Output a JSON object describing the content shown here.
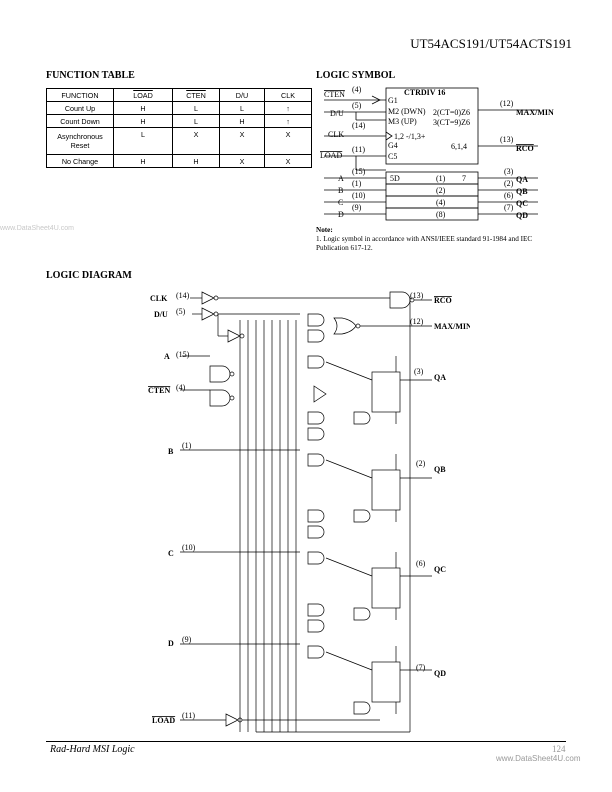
{
  "header": {
    "title": "UT54ACS191/UT54ACTS191"
  },
  "watermark": {
    "left": "www.DataSheet4U.com",
    "bottom": "www.DataSheet4U.com"
  },
  "function_table": {
    "heading": "FUNCTION TABLE",
    "columns": [
      "FUNCTION",
      "LOAD",
      "CTEN",
      "D/U",
      "CLK"
    ],
    "rows": [
      [
        "Count Up",
        "H",
        "L",
        "L",
        "↑"
      ],
      [
        "Count Down",
        "H",
        "L",
        "H",
        "↑"
      ],
      [
        "Asynchronous Reset",
        "L",
        "X",
        "X",
        "X"
      ],
      [
        "No Change",
        "H",
        "H",
        "X",
        "X"
      ]
    ]
  },
  "logic_symbol": {
    "heading": "LOGIC SYMBOL",
    "block_title": "CTRDIV 16",
    "left_labels": [
      "CTEN",
      "D/U",
      "CLK",
      "LOAD",
      "A",
      "B",
      "C",
      "D"
    ],
    "left_pins": [
      "(4)",
      "(5)",
      "(14)",
      "(11)",
      "(15)",
      "(1)",
      "(10)",
      "(9)"
    ],
    "internal_left": [
      "G1",
      "M2 (DWN)",
      "M3 (UP)",
      "1,2 -/1,3+",
      "G4",
      "C5",
      "5D"
    ],
    "internal_right": [
      "2(CT=0)Z6",
      "3(CT=9)Z6",
      "6,1,4"
    ],
    "bit_pins": [
      "(1)",
      "(2)",
      "(4)",
      "(8)"
    ],
    "bit_mark": "7",
    "right_pins": [
      "(12)",
      "(13)",
      "(3)",
      "(2)",
      "(6)",
      "(7)"
    ],
    "right_labels": [
      "MAX/MIN",
      "RCO",
      "QA",
      "QB",
      "QC",
      "QD"
    ]
  },
  "note": {
    "title": "Note:",
    "text": "1. Logic symbol in accordance with ANSI/IEEE standard 91-1984 and IEC Publication 617-12."
  },
  "logic_diagram": {
    "heading": "LOGIC DIAGRAM",
    "inputs": [
      {
        "label": "CLK",
        "pin": "(14)"
      },
      {
        "label": "D/U",
        "pin": "(5)"
      },
      {
        "label": "A",
        "pin": "(15)"
      },
      {
        "label": "CTEN",
        "pin": "(4)"
      },
      {
        "label": "B",
        "pin": "(1)"
      },
      {
        "label": "C",
        "pin": "(10)"
      },
      {
        "label": "D",
        "pin": "(9)"
      },
      {
        "label": "LOAD",
        "pin": "(11)"
      }
    ],
    "outputs": [
      {
        "label": "RCO",
        "pin": "(13)"
      },
      {
        "label": "MAX/MIN",
        "pin": "(12)"
      },
      {
        "label": "QA",
        "pin": "(3)"
      },
      {
        "label": "QB",
        "pin": "(2)"
      },
      {
        "label": "QC",
        "pin": "(6)"
      },
      {
        "label": "QD",
        "pin": "(7)"
      }
    ]
  },
  "footer": {
    "left": "Rad-Hard MSI Logic",
    "page": "124"
  }
}
